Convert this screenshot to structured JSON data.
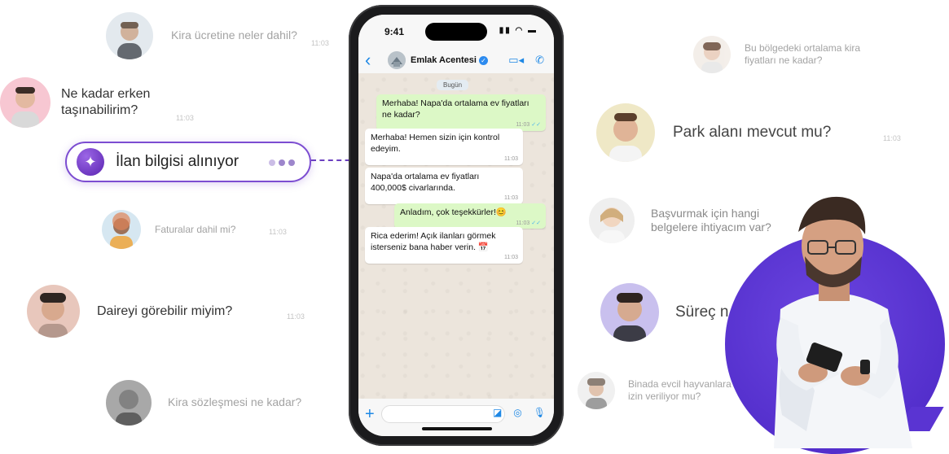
{
  "questions": [
    {
      "text": "Kira ücretine neler dahil?",
      "time": "11:03"
    },
    {
      "text": "Ne kadar erken taşınabilirim?",
      "time": "11:03"
    },
    {
      "text": "Faturalar dahil mi?",
      "time": "11:03"
    },
    {
      "text": "Daireyi görebilir miyim?",
      "time": "11:03"
    },
    {
      "text": "Kira sözleşmesi ne kadar?",
      "time": ""
    },
    {
      "text": "Bu bölgedeki ortalama kira fiyatları ne kadar?",
      "time": ""
    },
    {
      "text": "Park alanı mevcut mu?",
      "time": "11:03"
    },
    {
      "text": "Başvurmak için hangi belgelere ihtiyacım var?",
      "time": ""
    },
    {
      "text": "Süreç n",
      "time": ""
    },
    {
      "text": "Binada evcil hayvanlara izin veriliyor mu?",
      "time": ""
    }
  ],
  "pill": {
    "text": "İlan bilgisi alınıyor"
  },
  "phone": {
    "time": "9:41",
    "contact_name": "Emlak Acentesi",
    "day_label": "Bugün",
    "messages": [
      {
        "dir": "out",
        "text": "Merhaba! Napa'da ortalama ev fiyatları ne kadar?",
        "time": "11:03"
      },
      {
        "dir": "in",
        "text": "Merhaba! Hemen sizin için kontrol edeyim.",
        "time": "11:03"
      },
      {
        "dir": "in",
        "text": "Napa'da ortalama ev fiyatları 400,000$ civarlarında.",
        "time": "11:03"
      },
      {
        "dir": "out",
        "text": "Anladım, çok teşekkürler!😊",
        "time": "11:03"
      },
      {
        "dir": "in",
        "text": "Rica ederim! Açık ilanları görmek isterseniz bana haber verin. 📅",
        "time": "11:03"
      }
    ]
  },
  "colors": {
    "accent": "#7c4dd1",
    "circle": "#5a34d2",
    "bubble_out": "#dcf8c6",
    "link": "#1e88e5"
  },
  "icons": [
    "sparkle-icon",
    "back-chevron-icon",
    "verified-icon",
    "video-call-icon",
    "phone-call-icon",
    "plus-icon",
    "sticker-icon",
    "camera-icon",
    "microphone-icon"
  ]
}
